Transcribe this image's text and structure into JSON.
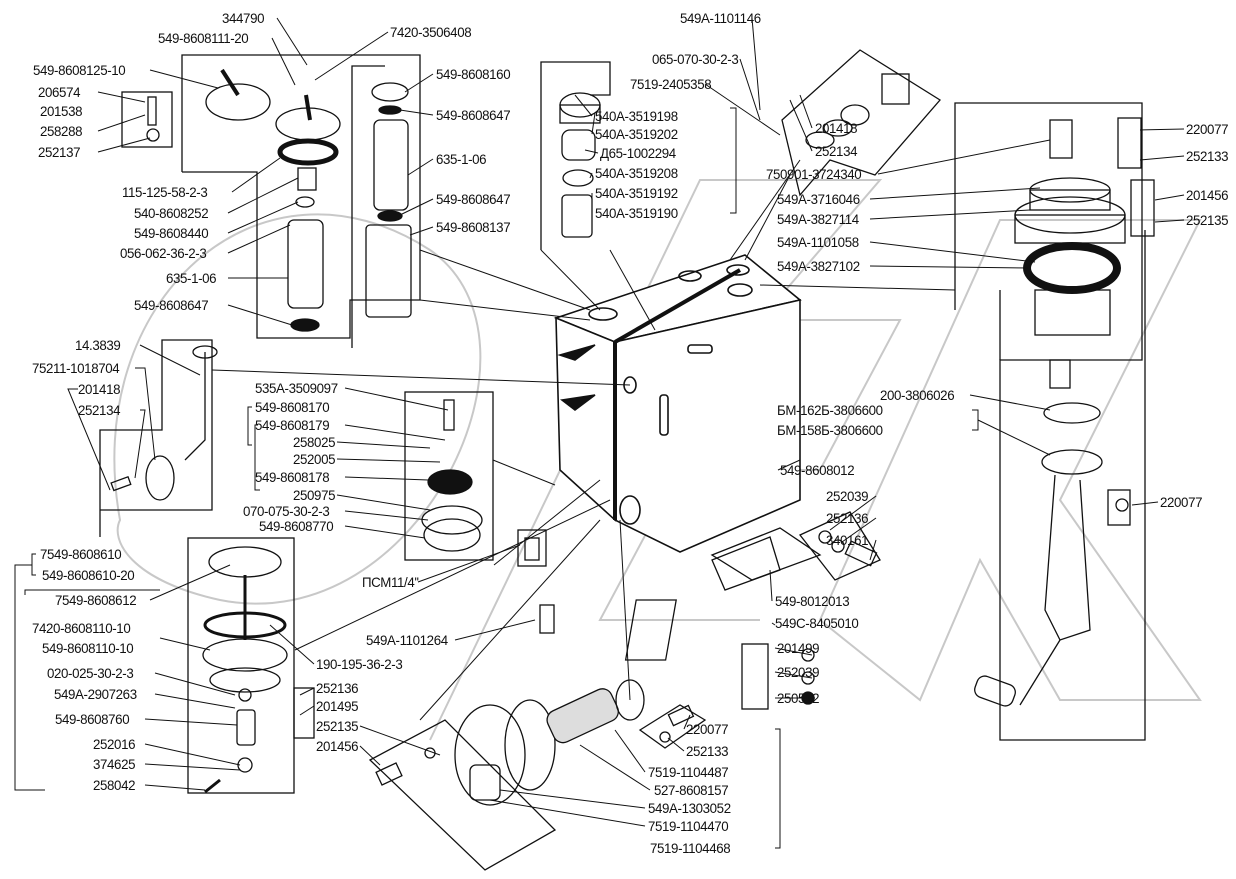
{
  "diagram": {
    "labels": [
      "344790",
      "549-8608111-20",
      "7420-3506408",
      "549-8608125-10",
      "206574",
      "201538",
      "258288",
      "252137",
      "549-8608160",
      "549-8608647",
      "635-1-06",
      "549-8608647",
      "549-8608137",
      "115-125-58-2-3",
      "540-8608252",
      "549-8608440",
      "056-062-36-2-3",
      "635-1-06",
      "549-8608647",
      "549А-1101146",
      "065-070-30-2-3",
      "7519-2405358",
      "201418",
      "252134",
      "540А-3519198",
      "540А-3519202",
      "Д65-1002294",
      "540А-3519208",
      "540А-3519192",
      "540А-3519190",
      "750901-3724340",
      "549А-3716046",
      "549А-3827114",
      "549А-1101058",
      "549А-3827102",
      "220077",
      "252133",
      "201456",
      "252135",
      "14.3839",
      "75211-1018704",
      "201418",
      "252134",
      "535А-3509097",
      "549-8608170",
      "549-8608179",
      "258025",
      "252005",
      "549-8608178",
      "250975",
      "070-075-30-2-3",
      "549-8608770",
      "ПСМ11/4''",
      "200-3806026",
      "БМ-162Б-3806600",
      "БМ-158Б-3806600",
      "549-8608012",
      "252039",
      "252136",
      "340161",
      "220077",
      "549-8012013",
      "549С-8405010",
      "201499",
      "252039",
      "250512",
      "7549-8608610",
      "549-8608610-20",
      "7549-8608612",
      "7420-8608110-10",
      "549-8608110-10",
      "020-025-30-2-3",
      "549А-2907263",
      "549-8608760",
      "252016",
      "374625",
      "258042",
      "190-195-36-2-3",
      "252136",
      "201495",
      "252135",
      "201456",
      "549А-1101264",
      "220077",
      "252133",
      "7519-1104487",
      "527-8608157",
      "549А-1303052",
      "7519-1104470",
      "7519-1104468"
    ],
    "colors": {
      "ink": "#111111",
      "watermark": "#c8c8c8"
    }
  }
}
